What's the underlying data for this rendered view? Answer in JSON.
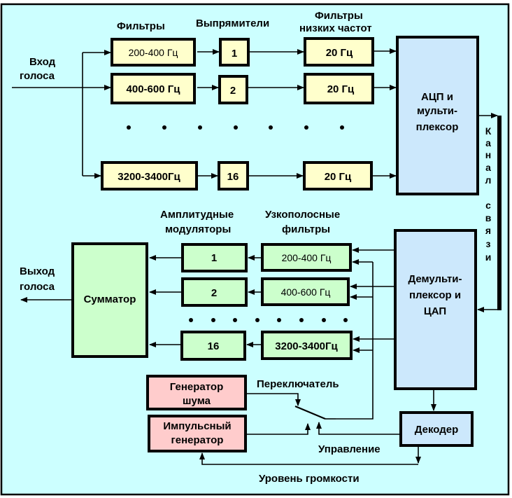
{
  "colors": {
    "background": "#ccffff",
    "frame": "#000000",
    "encoder_filter_fill": "#ffffcc",
    "processor_fill": "#cce8fc",
    "decoder_chain_fill": "#ccffcc",
    "generator_fill": "#ffcccc"
  },
  "encoder": {
    "input_label": [
      "Вход",
      "голоса"
    ],
    "headers": {
      "filters": "Фильтры",
      "rectifiers": "Выпрямители",
      "lowpass": [
        "Фильтры",
        "низких частот"
      ]
    },
    "channels": [
      {
        "filter": "200-400 Гц",
        "rectifier": "1",
        "lowpass": "20 Гц"
      },
      {
        "filter": "400-600 Гц",
        "rectifier": "2",
        "lowpass": "20 Гц"
      },
      {
        "filter": "3200-3400Гц",
        "rectifier": "16",
        "lowpass": "20 Гц"
      }
    ],
    "adc_mux": [
      "АЦП и",
      "мульти-",
      "плексор"
    ]
  },
  "channel": {
    "label": "Канал связи",
    "letters": [
      "К",
      "а",
      "н",
      "а",
      "л",
      "",
      "с",
      "в",
      "я",
      "з",
      "и"
    ]
  },
  "decoder": {
    "headers": {
      "modulators": [
        "Амплитудные",
        "модуляторы"
      ],
      "bandpass": [
        "Узкополосные",
        "фильтры"
      ]
    },
    "channels": [
      {
        "modulator": "1",
        "bandpass": "200-400 Гц"
      },
      {
        "modulator": "2",
        "bandpass": "400-600 Гц"
      },
      {
        "modulator": "16",
        "bandpass": "3200-3400Гц"
      }
    ],
    "summator": "Сумматор",
    "output_label": [
      "Выход",
      "голоса"
    ],
    "demux_dac": [
      "Демульти-",
      "плексор и",
      "ЦАП"
    ],
    "noise_generator": [
      "Генератор",
      "шума"
    ],
    "pulse_generator": [
      "Импульсный",
      "генератор"
    ],
    "switch_label": "Переключатель",
    "decoder_box": "Декодер",
    "control_label": "Управление",
    "volume_label": "Уровень громкости"
  }
}
